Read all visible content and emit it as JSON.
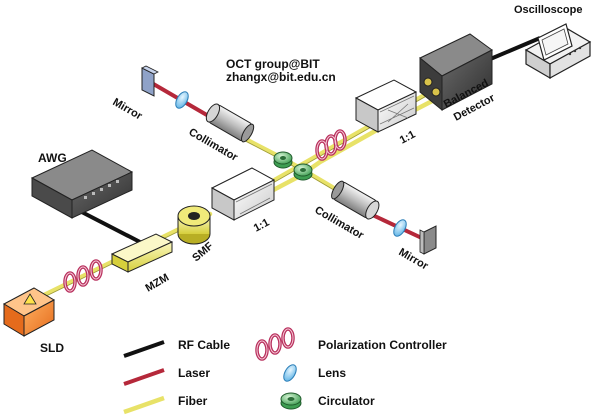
{
  "header": {
    "group": "OCT group@BIT",
    "email": "zhangx@bit.edu.cn"
  },
  "components": {
    "oscilloscope": "Oscilloscope",
    "balanced_detector_line1": "Balanced",
    "balanced_detector_line2": "Detector",
    "mirror_top": "Mirror",
    "mirror_bottom": "Mirror",
    "collimator_top": "Collimator",
    "collimator_bottom": "Collimator",
    "coupler_top_ratio": "1:1",
    "coupler_bottom_ratio": "1:1",
    "awg": "AWG",
    "smf": "SMF",
    "mzm": "MZM",
    "sld": "SLD"
  },
  "legend": {
    "items": [
      {
        "label": "RF Cable",
        "kind": "line",
        "color": "#111111"
      },
      {
        "label": "Laser",
        "kind": "line",
        "color": "#b5283a"
      },
      {
        "label": "Fiber",
        "kind": "line",
        "color": "#e8e268"
      },
      {
        "label": "Polarization Controller",
        "kind": "icon",
        "icon": "polarization-controller-icon"
      },
      {
        "label": "Lens",
        "kind": "icon",
        "icon": "lens-icon"
      },
      {
        "label": "Circulator",
        "kind": "icon",
        "icon": "circulator-icon"
      }
    ]
  },
  "colors": {
    "fiber": "#e8e268",
    "laser": "#b5283a",
    "rf_cable": "#111111",
    "lens": "#8ecdf0",
    "circulator": "#6fc27a",
    "polarization_controller": "#b8315e",
    "sld": "#f08a3a"
  }
}
